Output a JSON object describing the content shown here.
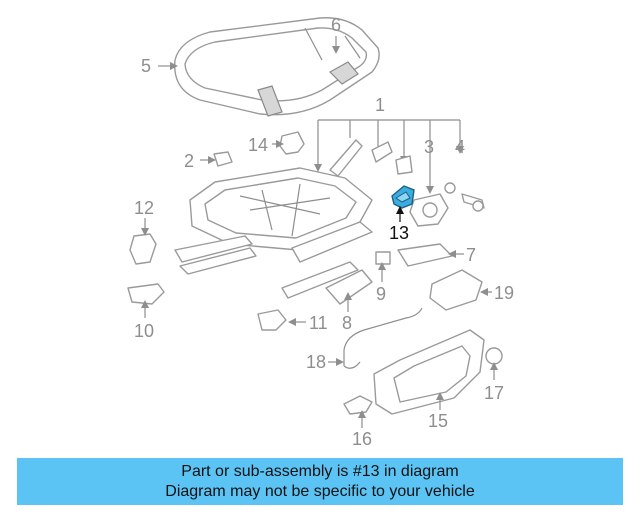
{
  "diagram": {
    "callouts": [
      {
        "id": "c1",
        "label": "1"
      },
      {
        "id": "c2",
        "label": "2"
      },
      {
        "id": "c3",
        "label": "3"
      },
      {
        "id": "c4",
        "label": "4"
      },
      {
        "id": "c5",
        "label": "5"
      },
      {
        "id": "c6",
        "label": "6"
      },
      {
        "id": "c7",
        "label": "7"
      },
      {
        "id": "c8",
        "label": "8"
      },
      {
        "id": "c9",
        "label": "9"
      },
      {
        "id": "c10",
        "label": "10"
      },
      {
        "id": "c11",
        "label": "11"
      },
      {
        "id": "c12",
        "label": "12"
      },
      {
        "id": "c13",
        "label": "13"
      },
      {
        "id": "c14",
        "label": "14"
      },
      {
        "id": "c15",
        "label": "15"
      },
      {
        "id": "c16",
        "label": "16"
      },
      {
        "id": "c17",
        "label": "17"
      },
      {
        "id": "c18",
        "label": "18"
      },
      {
        "id": "c19",
        "label": "19"
      }
    ],
    "highlighted_part": "13",
    "highlight_color": "#3aaee0"
  },
  "banner": {
    "line1": "Part or sub-assembly is #13 in diagram",
    "line2": "Diagram may not be specific to your vehicle",
    "background": "#5cc4f5"
  }
}
